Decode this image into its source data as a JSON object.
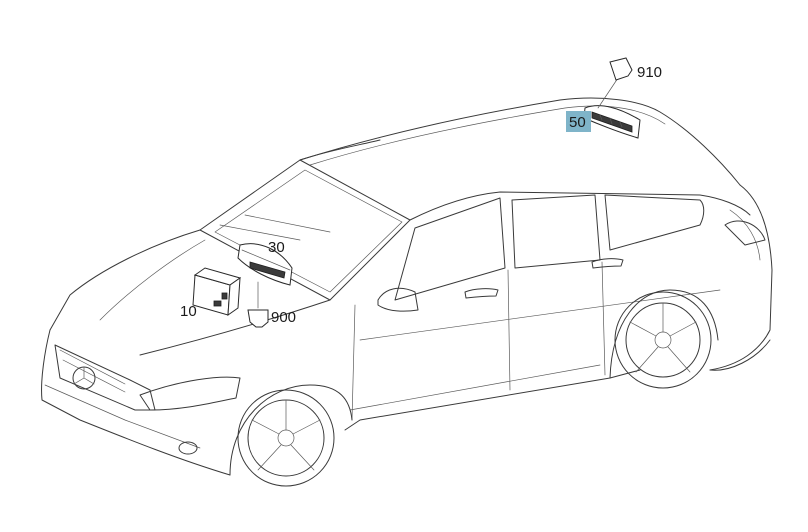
{
  "diagram": {
    "colors": {
      "line": "#3a3a3a",
      "highlight_box": "#7fb4c9",
      "background": "#ffffff"
    },
    "callouts": {
      "c10": "10",
      "c30": "30",
      "c50": "50",
      "c900": "900",
      "c910": "910"
    },
    "highlighted": "50"
  }
}
